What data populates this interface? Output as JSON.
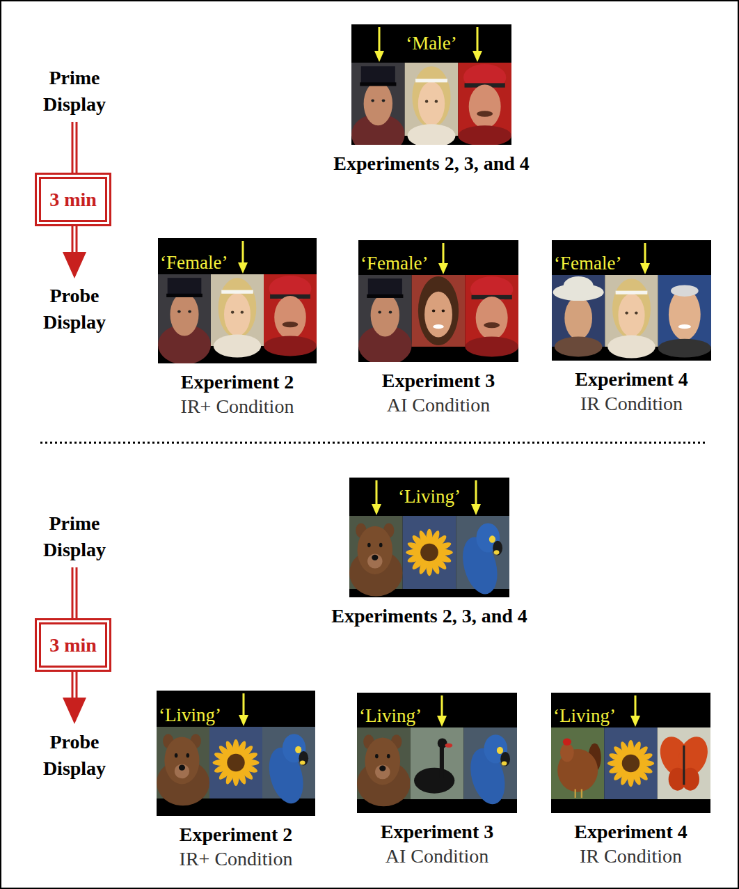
{
  "diagram": {
    "nodes": [
      {
        "text": [
          "‘Male’",
          "Experiments 2, 3, and 4"
        ]
      },
      {
        "text": [
          "3 min"
        ]
      },
      {
        "text": [
          "‘Female’",
          "Experiment 2",
          "IR+ Condition"
        ]
      },
      {
        "text": [
          "‘Female’",
          "Experiment 3",
          "AI Condition"
        ]
      },
      {
        "text": [
          "‘Female’",
          "Experiment 4",
          "IR Condition"
        ]
      },
      {
        "text": [
          "‘Living’",
          "Experiments 2, 3, and 4"
        ]
      },
      {
        "text": [
          "3 min"
        ]
      },
      {
        "text": [
          "‘Living’",
          "Experiment 2",
          "IR+ Condition"
        ]
      },
      {
        "text": [
          "‘Living’",
          "Experiment 3",
          "AI Condition"
        ]
      },
      {
        "text": [
          "‘Living’",
          "Experiment 4",
          "IR Condition"
        ]
      }
    ],
    "labels": [
      "Prime Display",
      "Probe Display",
      "Prime Display",
      "Probe Display"
    ]
  }
}
